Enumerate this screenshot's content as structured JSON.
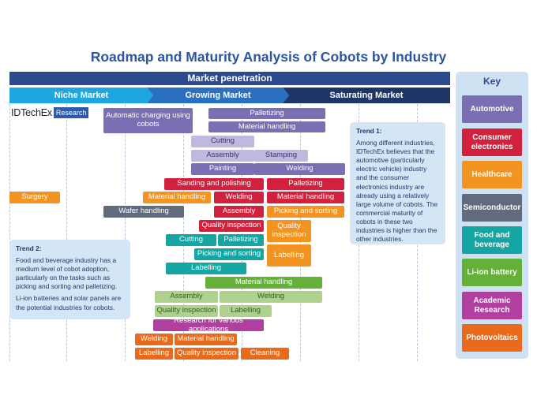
{
  "title": "Roadmap and Maturity Analysis of Cobots by Industry",
  "market_penetration": "Market penetration",
  "stages": [
    "Niche Market",
    "Growing Market",
    "Saturating Market"
  ],
  "logo": {
    "main": "IDTechEx",
    "sub": "Research"
  },
  "bars": {
    "automatic_charging": "Automatic charging using cobots",
    "palletizing_1": "Palletizing",
    "material_handling_1": "Material handling",
    "cutting_1": "Cutting",
    "assembly_1": "Assembly",
    "stamping": "Stamping",
    "painting": "Painting",
    "welding_1": "Welding",
    "sanding": "Sanding and polishing",
    "palletizing_2": "Palletizing",
    "surgery": "Surgery",
    "material_handling_2": "Material handling",
    "welding_2": "Welding",
    "material_handling_3": "Material handling",
    "wafer": "Wafer handling",
    "assembly_2": "Assembly",
    "picking_1": "Picking and sorting",
    "quality_1": "Quality inspection",
    "quality_2": "Quality inspection",
    "cutting_2": "Cutting",
    "palletizing_3": "Palletizing",
    "picking_2": "Picking and sorting",
    "labelling_1": "Labelling",
    "labelling_2": "Labelling",
    "material_handling_4": "Material handling",
    "assembly_3": "Assembly",
    "welding_3": "Welding",
    "quality_3": "Quality inspection",
    "labelling_3": "Labelling",
    "research": "Research for various applications",
    "welding_4": "Welding",
    "material_handling_5": "Material handling",
    "labelling_4": "Labelling",
    "quality_4": "Quality inspection",
    "cleaning": "Cleaning"
  },
  "trend1": {
    "title": "Trend 1:",
    "text": "Among different industries, IDTechEx believes that the automotive (particularly electric vehicle) industry and the consumer electronics industry are already using a relatively large volume of cobots. The commercial maturity of cobots in these two industries is higher than the other industries."
  },
  "trend2": {
    "title": "Trend 2:",
    "p1": "Food and beverage industry has a medium level of cobot adoption, particularly on the tasks such as picking and sorting and palletizing.",
    "p2": "Li-ion batteries and solar panels are the potential industries for cobots."
  },
  "key": {
    "title": "Key",
    "items": [
      "Automotive",
      "Consumer electronics",
      "Healthcare",
      "Semiconductor",
      "Food and beverage",
      "Li-ion battery",
      "Academic Research",
      "Photovoltaics"
    ]
  },
  "colors": {
    "automotive": "#7b6fb3",
    "consumer_electronics": "#d1213d",
    "healthcare": "#f39422",
    "semiconductor": "#616b7d",
    "food_and_beverage": "#15a5a3",
    "li_ion_battery": "#64b038",
    "academic_research": "#b13fa0",
    "photovoltaics": "#ea6a1c",
    "title": "#2b55a3",
    "market_bar": "#2c4a8f"
  }
}
